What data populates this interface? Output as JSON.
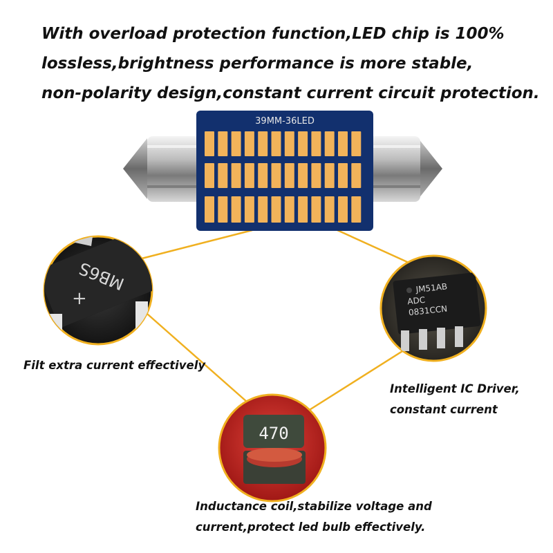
{
  "headline": {
    "line1": "With overload protection function,LED chip is 100%",
    "line2": "lossless,brightness performance is more stable,",
    "line3": "non-polarity design,constant current circuit protection."
  },
  "bulb": {
    "board_label": "39MM-36LED",
    "led_color": "#f2b35a",
    "board_color": "#12306e"
  },
  "components": {
    "bridge": {
      "chip_text": "MB6S",
      "plus": "+",
      "caption": "Filt extra current effectively"
    },
    "ic": {
      "line1": "JM51AB",
      "line2": "ADC",
      "line3": "0831CCN",
      "caption_line1": "Intelligent IC Driver,",
      "caption_line2": "constant current"
    },
    "coil": {
      "value": "470",
      "caption_line1": "Inductance coil,stabilize voltage and",
      "caption_line2": "current,protect led bulb effectively."
    }
  },
  "accent_color": "#f0b020"
}
